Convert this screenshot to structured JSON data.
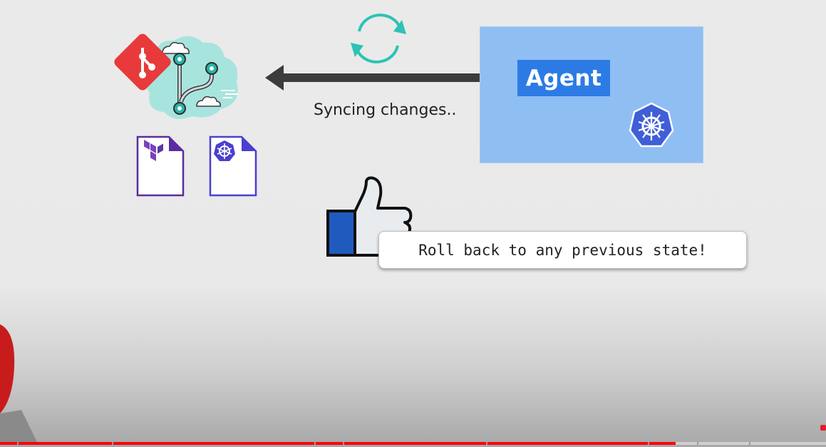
{
  "slide": {
    "sync_text": "Syncing changes..",
    "agent_label": "Agent",
    "callout_text": "Roll back to any previous state!",
    "colors": {
      "agent_box": "#8fbef3",
      "agent_label_bg": "#2c7be5",
      "git_red": "#e83a3a",
      "sync_teal": "#2cc3b4",
      "k8s_blue": "#3f5fd8",
      "terraform_purple": "#7b42bc",
      "thumb_cuff": "#1f5bbf"
    },
    "icons": [
      "git-icon",
      "branch-cloud-icon",
      "sync-icon",
      "arrow-left-icon",
      "terraform-file-icon",
      "kubernetes-file-icon",
      "kubernetes-icon",
      "thumbs-up-icon"
    ]
  },
  "player": {
    "progress_fraction": 0.818,
    "buffered_fraction": 0.845
  }
}
